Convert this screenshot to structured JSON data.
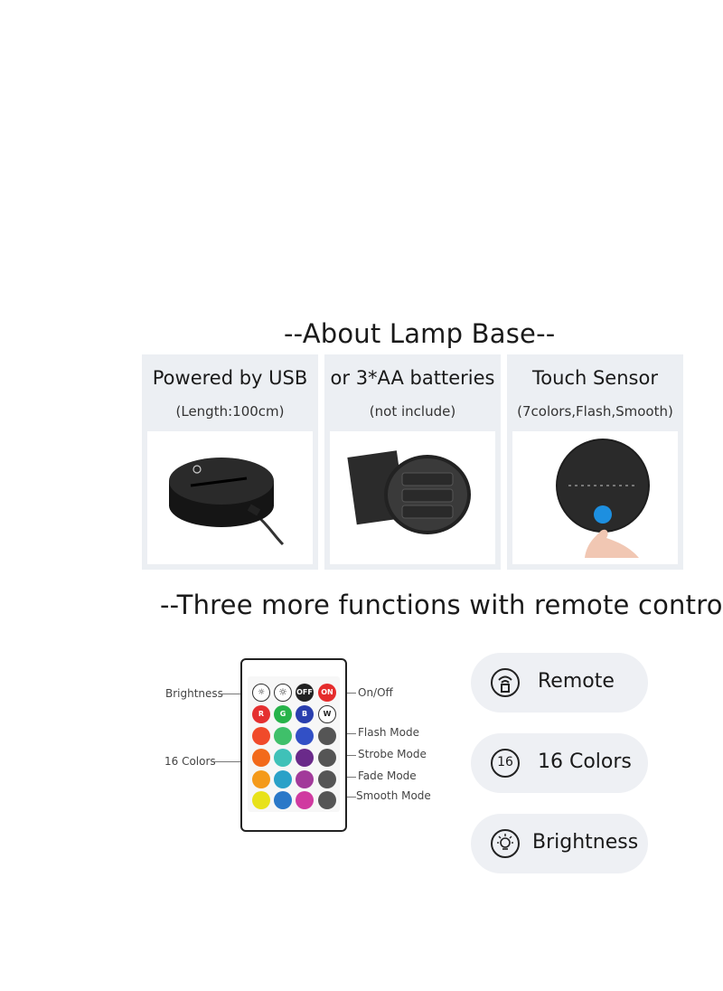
{
  "section1": {
    "heading": "--About Lamp Base--"
  },
  "cards": [
    {
      "title": "Powered by USB",
      "subtitle": "(Length:100cm)"
    },
    {
      "title": "or 3*AA batteries",
      "subtitle": "(not include)"
    },
    {
      "title": "Touch Sensor",
      "subtitle": "(7colors,Flash,Smooth)"
    }
  ],
  "section2": {
    "heading": "--Three more functions with remote control--"
  },
  "remote": {
    "labels": {
      "brightness": "Brightness",
      "colors": "16 Colors",
      "onoff": "On/Off",
      "flash": "Flash Mode",
      "strobe": "Strobe Mode",
      "fade": "Fade Mode",
      "smooth": "Smooth Mode"
    },
    "buttons": {
      "off": "OFF",
      "on": "ON",
      "r": "R",
      "g": "G",
      "b": "B",
      "w": "W"
    }
  },
  "features": [
    {
      "icon": "remote-icon",
      "label": "Remote"
    },
    {
      "icon": "16-colors-icon",
      "label": "16 Colors",
      "badge": "16"
    },
    {
      "icon": "bulb-icon",
      "label": "Brightness"
    }
  ],
  "colors": {
    "card_bg": "#eceff3",
    "pill_bg": "#eef0f4",
    "touch_accent": "#1d8fe0"
  }
}
